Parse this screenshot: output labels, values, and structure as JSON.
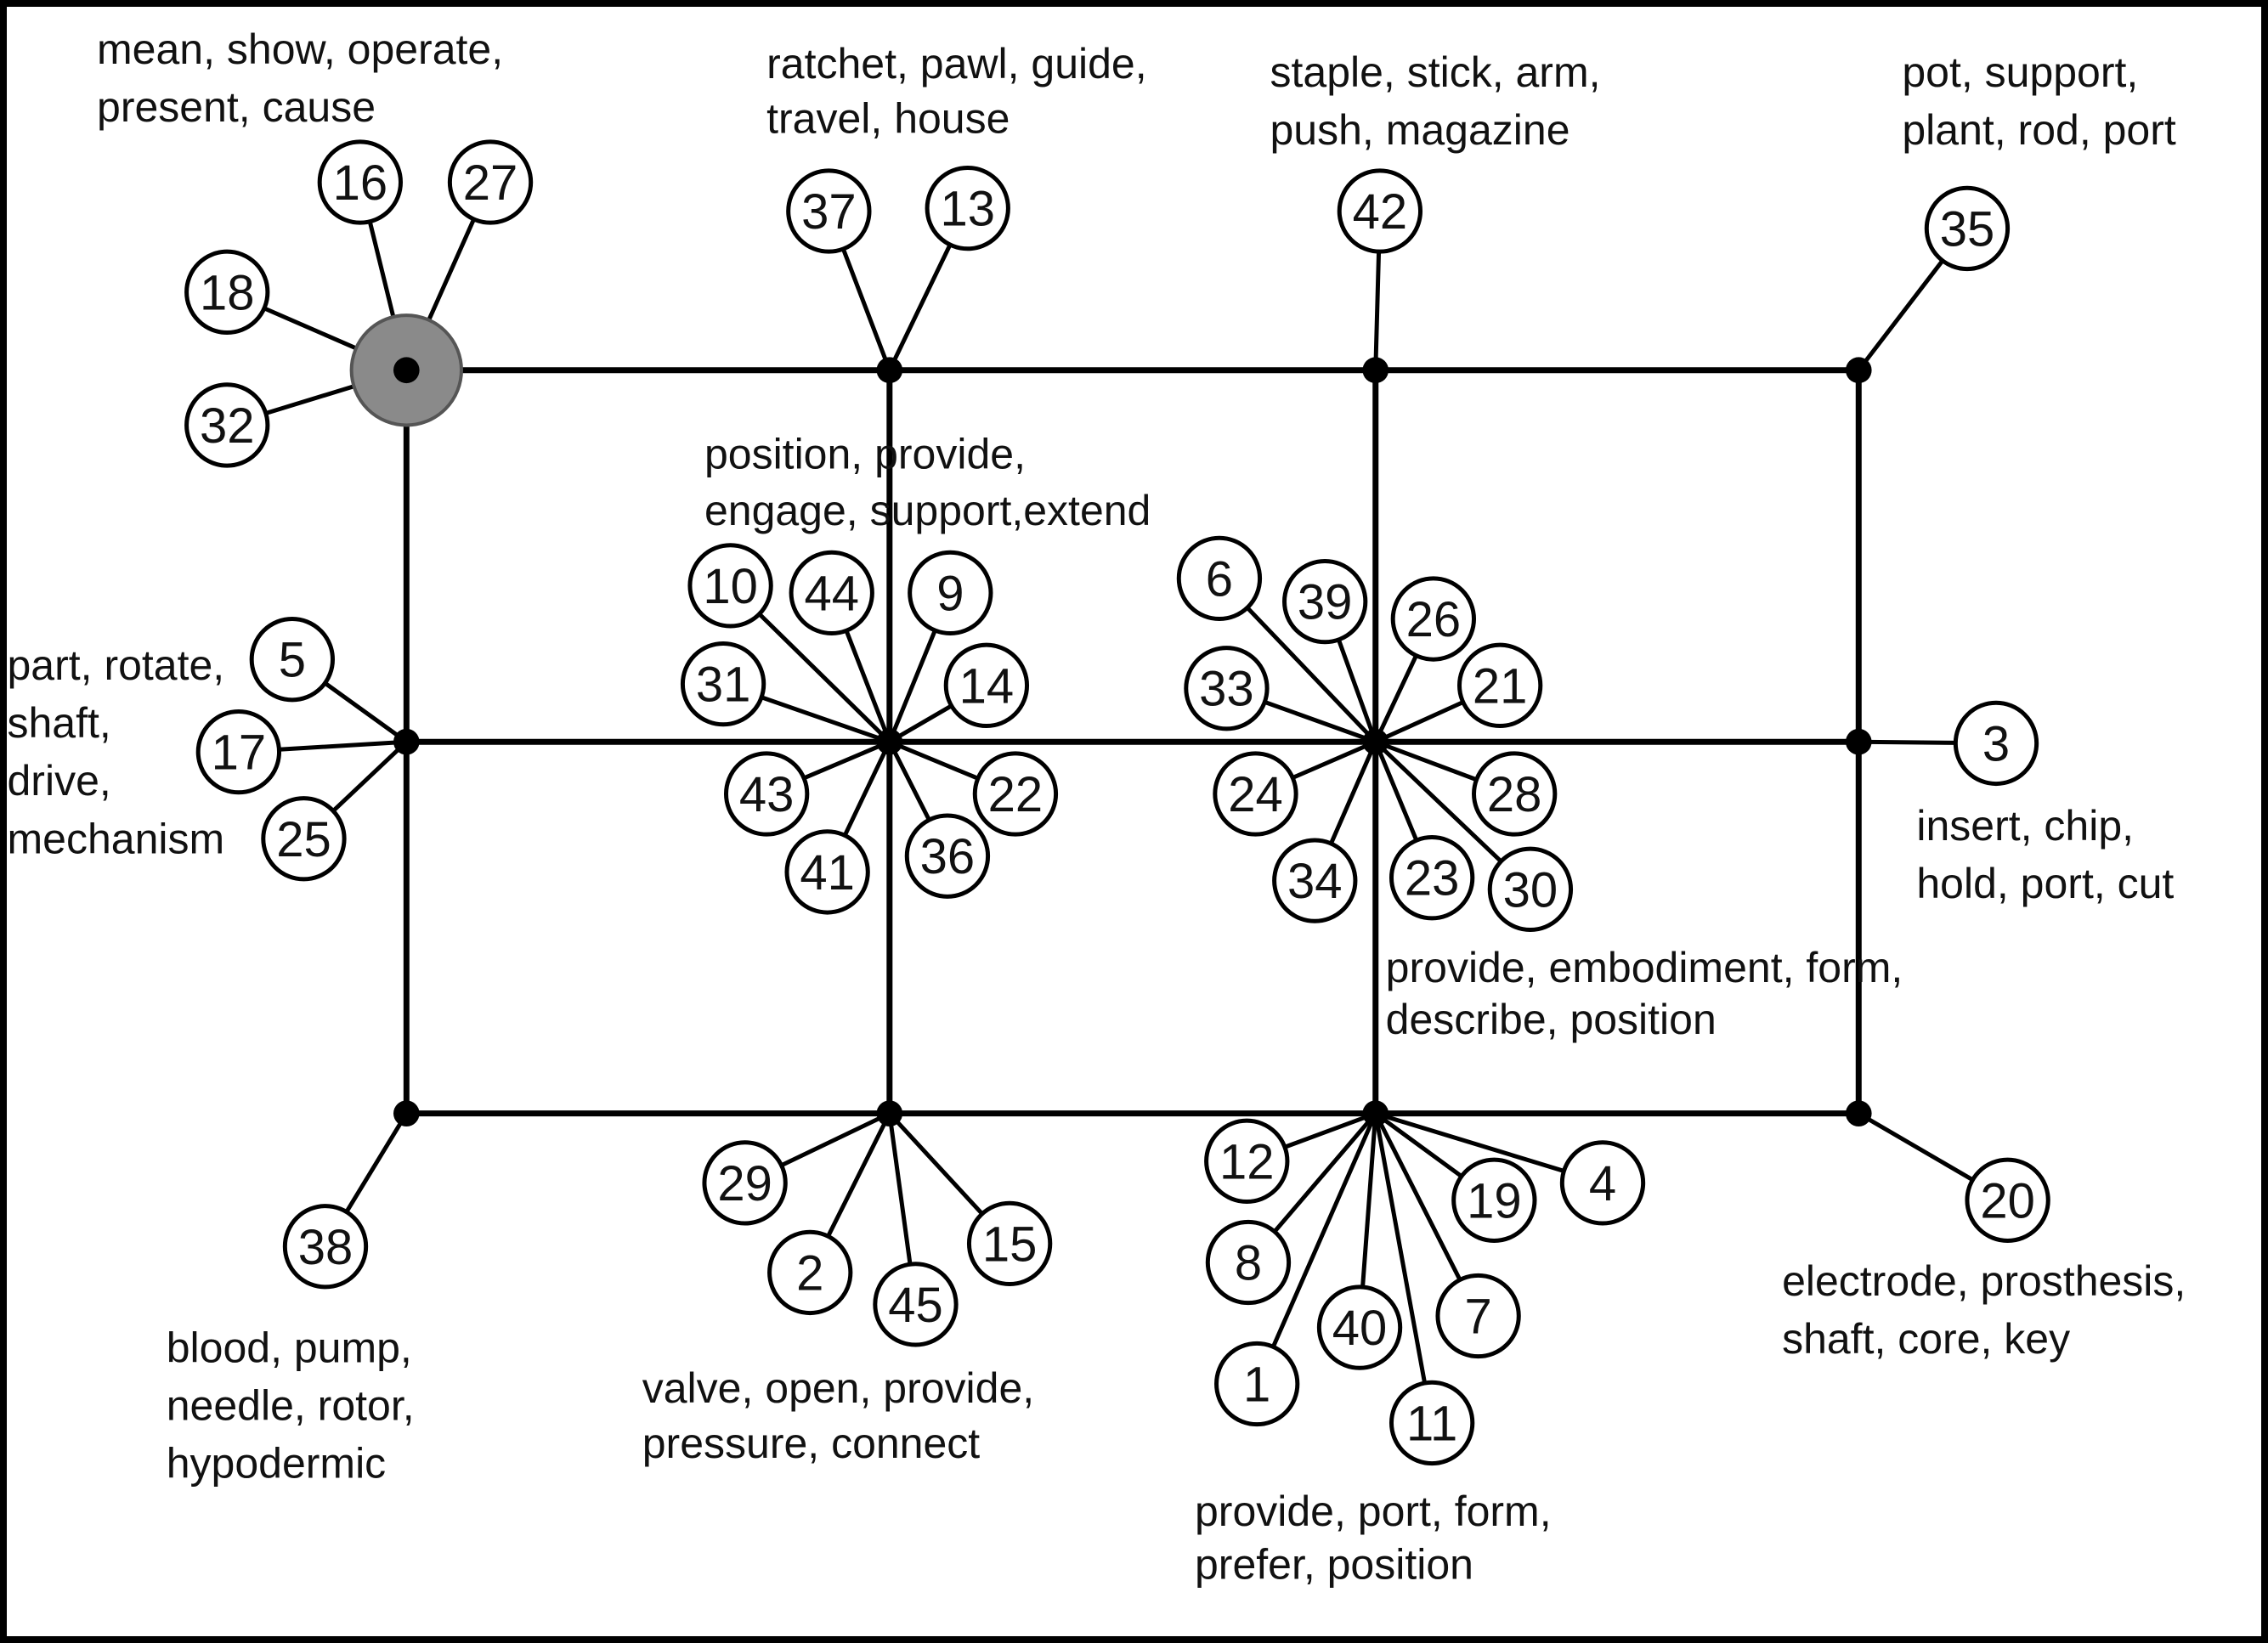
{
  "colors": {
    "line": "#000000",
    "background": "#ffffff",
    "highlight": "#8a8a8a"
  },
  "nodes": [
    {
      "id": "n11",
      "highlighted": true,
      "keywords": [
        "mean, show, operate,",
        "present, cause"
      ],
      "docs": [
        "16",
        "27",
        "18",
        "32"
      ]
    },
    {
      "id": "n12",
      "highlighted": false,
      "keywords": [
        "ratchet, pawl, guide,",
        "travel, house"
      ],
      "docs": [
        "37",
        "13"
      ]
    },
    {
      "id": "n13",
      "highlighted": false,
      "keywords": [
        "staple, stick, arm,",
        "push, magazine"
      ],
      "docs": [
        "42"
      ]
    },
    {
      "id": "n14",
      "highlighted": false,
      "keywords": [
        "pot, support,",
        "plant, rod, port"
      ],
      "docs": [
        "35"
      ]
    },
    {
      "id": "n21",
      "highlighted": false,
      "keywords": [
        "part, rotate,",
        "shaft,",
        "drive,",
        "mechanism"
      ],
      "docs": [
        "5",
        "17",
        "25"
      ]
    },
    {
      "id": "n22",
      "highlighted": false,
      "keywords": [
        "position, provide,",
        "engage, support,extend"
      ],
      "docs": [
        "10",
        "44",
        "9",
        "31",
        "14",
        "43",
        "22",
        "41",
        "36"
      ]
    },
    {
      "id": "n23",
      "highlighted": false,
      "keywords": [
        "provide, embodiment, form,",
        "describe, position"
      ],
      "docs": [
        "6",
        "39",
        "26",
        "33",
        "21",
        "24",
        "28",
        "34",
        "23",
        "30"
      ]
    },
    {
      "id": "n24",
      "highlighted": false,
      "keywords": [
        "insert, chip,",
        "hold, port, cut"
      ],
      "docs": [
        "3"
      ]
    },
    {
      "id": "n31",
      "highlighted": false,
      "keywords": [
        "blood, pump,",
        "needle, rotor,",
        "hypodermic"
      ],
      "docs": [
        "38"
      ]
    },
    {
      "id": "n32",
      "highlighted": false,
      "keywords": [
        "valve, open, provide,",
        "pressure, connect"
      ],
      "docs": [
        "29",
        "2",
        "45",
        "15"
      ]
    },
    {
      "id": "n33",
      "highlighted": false,
      "keywords": [
        "provide, port, form,",
        "prefer, position"
      ],
      "docs": [
        "12",
        "19",
        "4",
        "8",
        "40",
        "7",
        "1",
        "11"
      ]
    },
    {
      "id": "n34",
      "highlighted": false,
      "keywords": [
        "electrode, prosthesis,",
        "shaft, core, key"
      ],
      "docs": [
        "20"
      ]
    }
  ]
}
